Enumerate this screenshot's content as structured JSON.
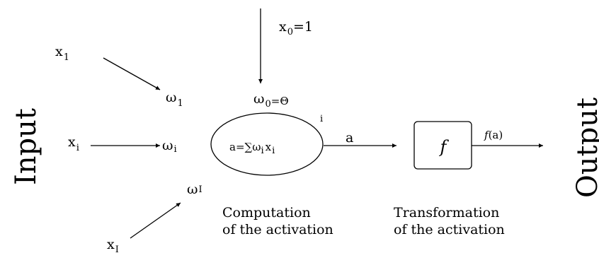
{
  "diagram": {
    "side_labels": {
      "input": "Input",
      "output": "Output"
    },
    "inputs": [
      {
        "x_base": "x",
        "x_sub": "1",
        "w_base": "ω",
        "w_sub": "1"
      },
      {
        "x_base": "x",
        "x_sub": "i",
        "w_base": "ω",
        "w_sub": "i"
      },
      {
        "x_base": "x",
        "x_sub": "I",
        "w_base": "ω",
        "w_sub": "I"
      }
    ],
    "bias": {
      "x_base": "x",
      "x_sub": "0",
      "x_rest": "=1",
      "w_base": "ω",
      "w_sub": "0",
      "w_rest": "=Θ"
    },
    "neuron": {
      "corner_label": "i",
      "formula_prefix": "a=∑ω",
      "formula_sub1": "i",
      "formula_mid": "x",
      "formula_sub2": "i"
    },
    "activation_label": "a",
    "transfer": {
      "symbol": "f",
      "output_f": "f",
      "output_rest": "(a)"
    },
    "captions": {
      "computation_line1": "Computation",
      "computation_line2": "of the activation",
      "transformation_line1": "Transformation",
      "transformation_line2": "of the activation"
    }
  }
}
